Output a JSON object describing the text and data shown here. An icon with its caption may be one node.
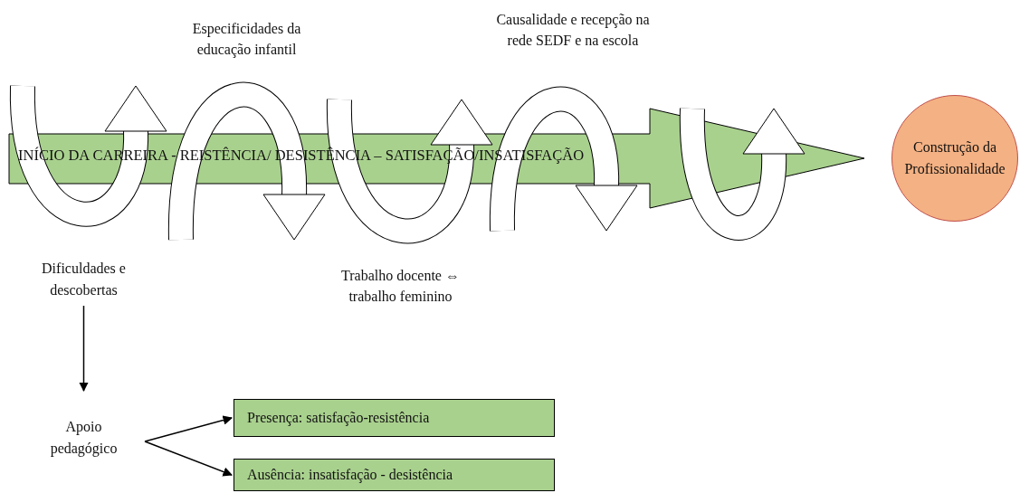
{
  "diagram": {
    "nodes": [
      {
        "text": [
          "INÍCIO DA CARREIRA - REISTÊNCIA/ DESISTÊNCIA – SATISFAÇÃO/INSATISFAÇÃO"
        ]
      },
      {
        "text": [
          "Construção da Profissionalidade"
        ]
      },
      {
        "text": [
          "Dificuldades e descobertas"
        ]
      },
      {
        "text": [
          "Apoio pedagógico"
        ]
      },
      {
        "text": [
          "Presença: satisfação-resistência"
        ]
      },
      {
        "text": [
          "Ausência: insatisfação - desistência"
        ]
      }
    ],
    "edges": [
      {
        "from": 2,
        "to": 3,
        "arrow": "to"
      },
      {
        "from": 3,
        "to": 4,
        "arrow": "to"
      },
      {
        "from": 3,
        "to": 5,
        "arrow": "to"
      }
    ],
    "labels": [
      "Especificidades da educação infantil",
      "Causalidade e recepção na rede SEDF e na escola",
      "Trabalho docente ⇔ trabalho feminino"
    ]
  }
}
